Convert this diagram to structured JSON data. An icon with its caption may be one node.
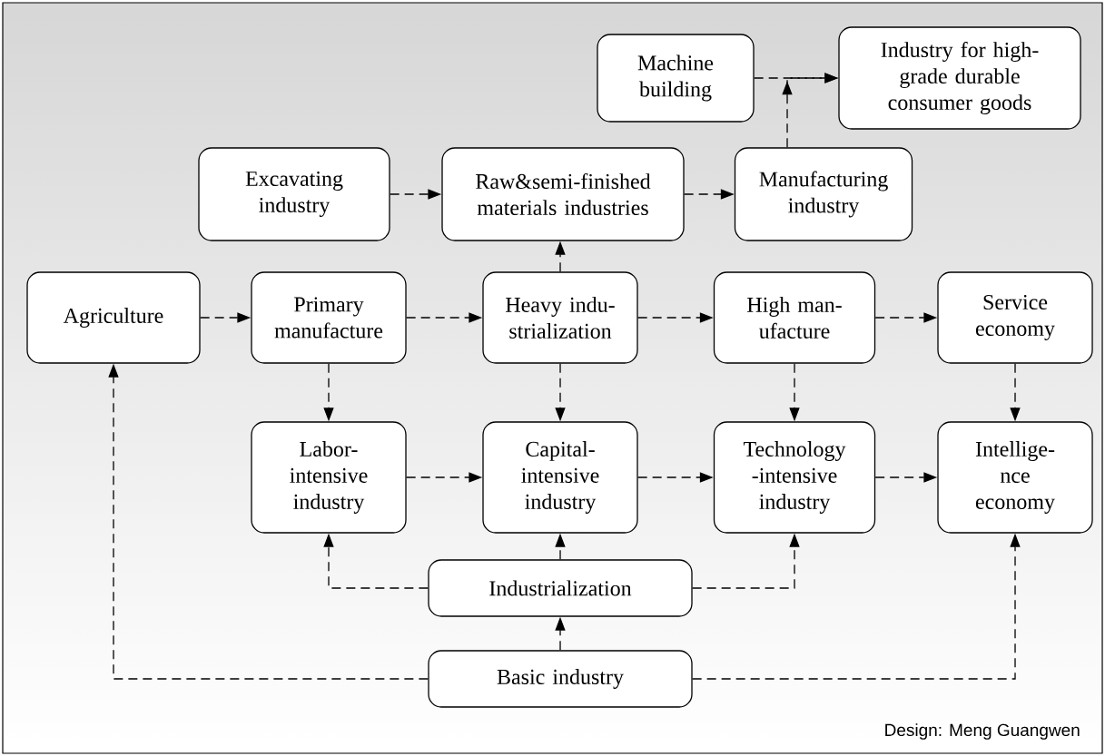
{
  "diagram": {
    "nodes": [
      {
        "text": [
          "Machine building"
        ]
      },
      {
        "text": [
          "Industry for high- grade durable consumer goods"
        ]
      },
      {
        "text": [
          "Excavating industry"
        ]
      },
      {
        "text": [
          "Raw&semi-finished materials industries"
        ]
      },
      {
        "text": [
          "Manufacturing industry"
        ]
      },
      {
        "text": [
          "Agriculture"
        ]
      },
      {
        "text": [
          "Primary manufacture"
        ]
      },
      {
        "text": [
          "Heavy indu- strialization"
        ]
      },
      {
        "text": [
          "High man- ufacture"
        ]
      },
      {
        "text": [
          "Service economy"
        ]
      },
      {
        "text": [
          "Labor- intensive industry"
        ]
      },
      {
        "text": [
          "Capital- intensive industry"
        ]
      },
      {
        "text": [
          "Technology -intensive industry"
        ]
      },
      {
        "text": [
          "Intellige- nce economy"
        ]
      },
      {
        "text": [
          "Industrialization"
        ]
      },
      {
        "text": [
          "Basic industry"
        ]
      }
    ],
    "edges": [
      {
        "from": 5,
        "to": 6,
        "arrow": "to",
        "style": "dashed"
      },
      {
        "from": 6,
        "to": 7,
        "arrow": "to",
        "style": "dashed"
      },
      {
        "from": 7,
        "to": 8,
        "arrow": "to",
        "style": "dashed"
      },
      {
        "from": 8,
        "to": 9,
        "arrow": "to",
        "style": "dashed"
      },
      {
        "from": 2,
        "to": 3,
        "arrow": "to",
        "style": "dashed"
      },
      {
        "from": 3,
        "to": 4,
        "arrow": "to",
        "style": "dashed"
      },
      {
        "from": 7,
        "to": 3,
        "arrow": "to",
        "style": "dashed"
      },
      {
        "from": 4,
        "to": 1,
        "arrow": "to",
        "style": "dashed"
      },
      {
        "from": 0,
        "to": 1,
        "arrow": "to",
        "style": "dashed"
      },
      {
        "from": 6,
        "to": 10,
        "arrow": "to",
        "style": "dashed"
      },
      {
        "from": 7,
        "to": 11,
        "arrow": "to",
        "style": "dashed"
      },
      {
        "from": 8,
        "to": 12,
        "arrow": "to",
        "style": "dashed"
      },
      {
        "from": 9,
        "to": 13,
        "arrow": "to",
        "style": "dashed"
      },
      {
        "from": 10,
        "to": 11,
        "arrow": "to",
        "style": "dashed"
      },
      {
        "from": 11,
        "to": 12,
        "arrow": "to",
        "style": "dashed"
      },
      {
        "from": 12,
        "to": 13,
        "arrow": "to",
        "style": "dashed"
      },
      {
        "from": 14,
        "to": 10,
        "arrow": "to",
        "style": "dashed"
      },
      {
        "from": 14,
        "to": 11,
        "arrow": "to",
        "style": "dashed"
      },
      {
        "from": 14,
        "to": 12,
        "arrow": "to",
        "style": "dashed"
      },
      {
        "from": 15,
        "to": 14,
        "arrow": "to",
        "style": "dashed"
      },
      {
        "from": 15,
        "to": 5,
        "arrow": "to",
        "style": "dashed"
      },
      {
        "from": 15,
        "to": 13,
        "arrow": "to",
        "style": "dashed"
      }
    ],
    "labels": [
      "Design: Meng Guangwen"
    ]
  }
}
